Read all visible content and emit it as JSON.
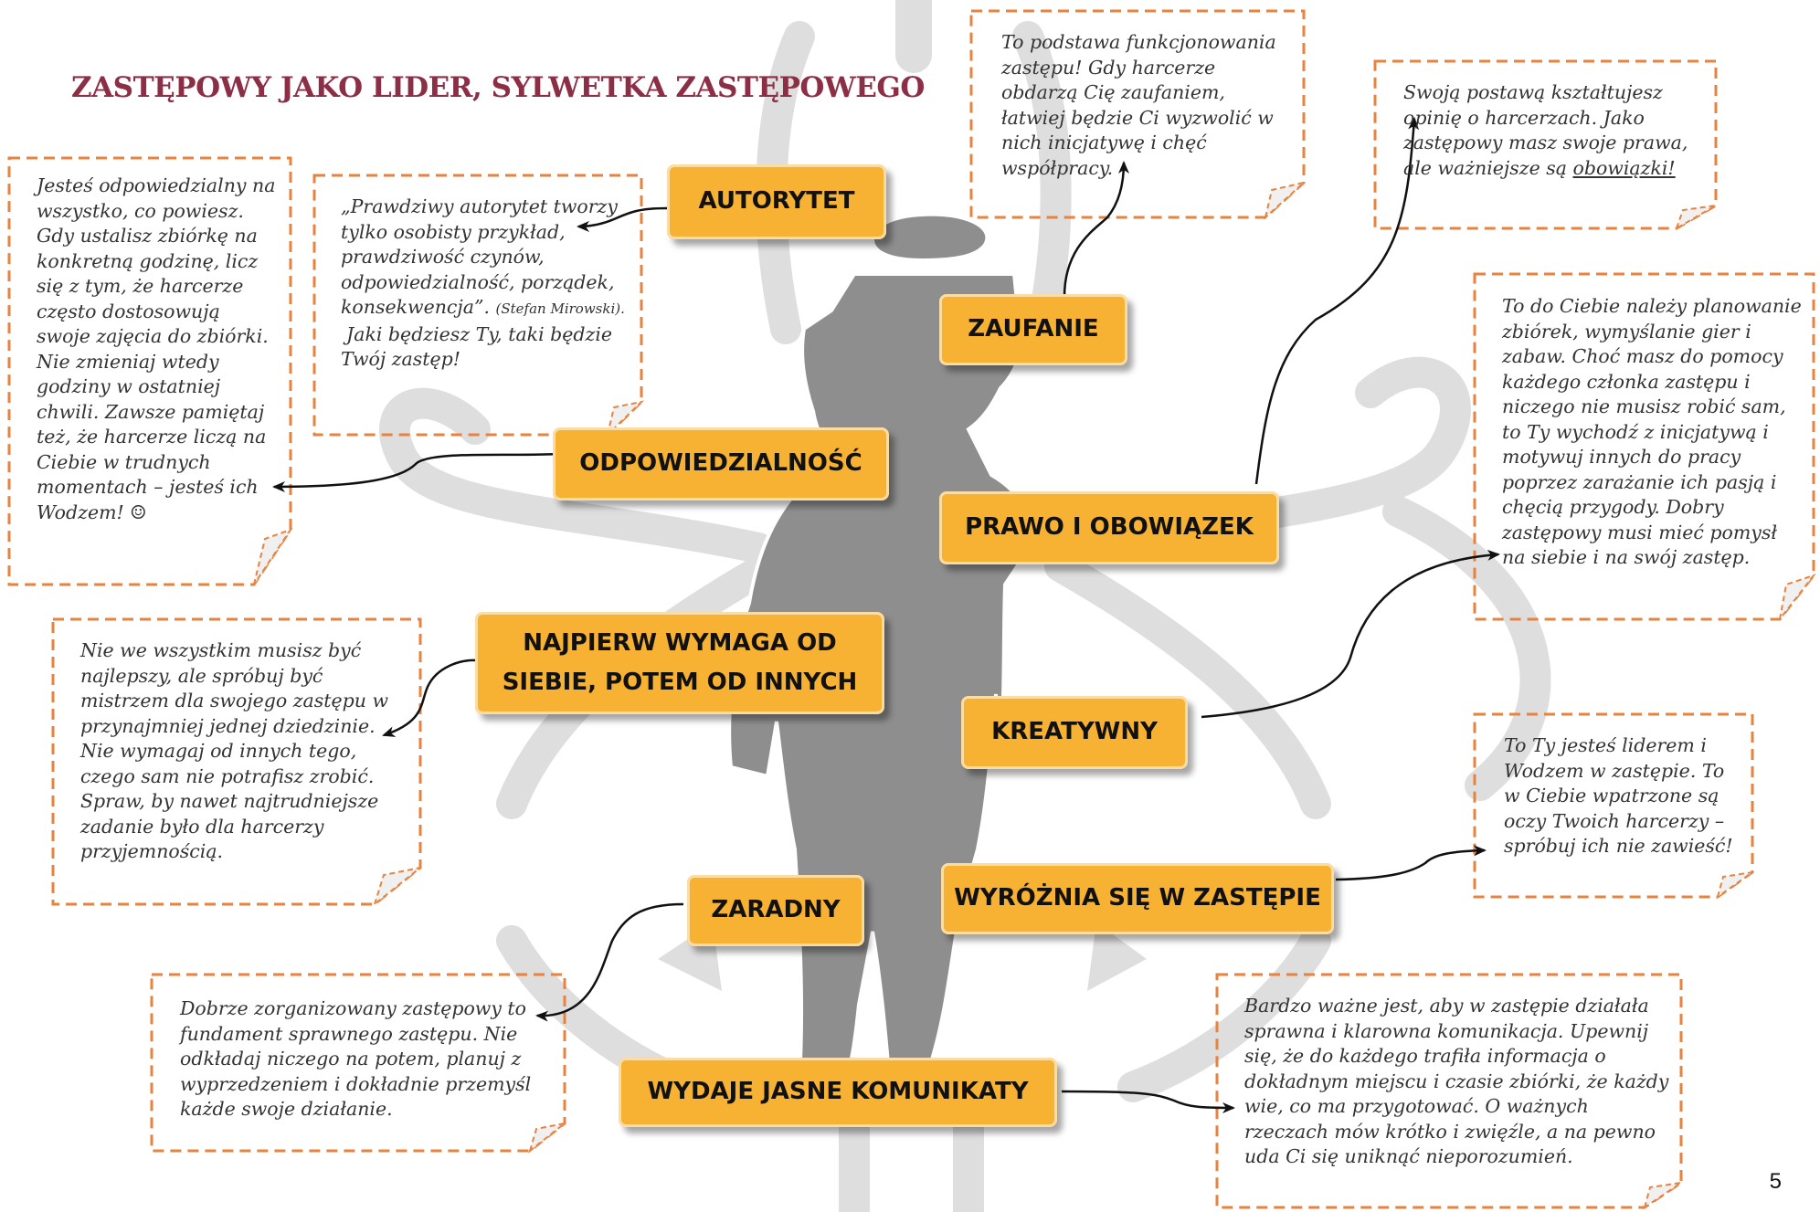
{
  "title": "ZASTĘPOWY JAKO LIDER, SYLWETKA ZASTĘPOWEGO",
  "page_number": "5",
  "colors": {
    "title": "#8b2e46",
    "keyword_fill": "#f7b234",
    "note_border": "#e8833f",
    "arrow": "#111111",
    "background_emblem": "#dcdcdc",
    "figure": "#8e8e8e"
  },
  "keywords": {
    "autorytet": "AUTORYTET",
    "zaufanie": "ZAUFANIE",
    "odpowiedzialnosc": "ODPOWIEDZIALNOŚĆ",
    "prawo_obowiazek": "PRAWO I OBOWIĄZEK",
    "najpierw_line1": "NAJPIERW WYMAGA OD",
    "najpierw_line2": "SIEBIE, POTEM OD INNYCH",
    "kreatywny": "KREATYWNY",
    "zaradny": "ZARADNY",
    "wyroznia": "WYRÓŻNIA SIĘ W ZASTĘPIE",
    "komunikaty": "WYDAJE JASNE KOMUNIKATY"
  },
  "notes": {
    "odpowiedzialny": "Jesteś odpowiedzialny na wszystko, co powiesz. Gdy ustalisz zbiórkę na konkretną godzinę, licz się z tym, że harcerze często dostosowują swoje zajęcia do zbiórki. Nie zmieniaj wtedy godziny w ostatniej chwili. Zawsze pamiętaj też, że harcerze liczą na Ciebie w trudnych momentach – jesteś ich Wodzem! ☺",
    "autorytet_quote": "„Prawdziwy autorytet tworzy tylko osobisty przykład, prawdziwość czynów, odpowiedzialność, porządek, konsekwencja”.",
    "autorytet_author": "(Stefan Mirowski).",
    "autorytet_follow": "Jaki będziesz Ty, taki będzie Twój zastęp!",
    "zaufanie": "To podstawa funkcjonowania zastępu! Gdy harcerze obdarzą Cię zaufaniem, łatwiej będzie Ci wyzwolić w nich inicjatywę i chęć współpracy.",
    "postawa_main": "Swoją postawą kształtujesz opinię o harcerzach. Jako zastępowy masz swoje prawa, ale ważniejsze są",
    "postawa_underlined": "obowiązki!",
    "planowanie": "To do Ciebie należy planowanie zbiórek, wymyślanie gier i zabaw. Choć masz do pomocy każdego członka zastępu i niczego nie musisz robić sam, to Ty wychodź z inicjatywą i motywuj innych do pracy poprzez zarażanie ich pasją i chęcią przygody. Dobry zastępowy musi mieć pomysł na siebie i na swój zastęp.",
    "najlepszy": "Nie we wszystkim musisz być najlepszy, ale spróbuj być mistrzem dla swojego zastępu w przynajmniej jednej dziedzinie. Nie wymagaj od innych tego, czego sam nie potrafisz zrobić. Spraw, by nawet najtrudniejsze zadanie było dla harcerzy przyjemnością.",
    "lider": "To Ty jesteś liderem i Wodzem w zastępie. To w Ciebie wpatrzone są oczy Twoich harcerzy – spróbuj ich nie zawieść!",
    "zorganizowany": "Dobrze zorganizowany zastępowy to fundament sprawnego zastępu. Nie odkładaj niczego na potem, planuj z wyprzedzeniem i dokładnie przemyśl każde swoje działanie.",
    "komunikacja": "Bardzo ważne jest, aby w zastępie działała sprawna i klarowna komunikacja. Upewnij się, że do każdego trafiła informacja o dokładnym miejscu i czasie zbiórki, że każdy wie, co ma przygotować. O ważnych rzeczach mów krótko i zwięźle, a na pewno uda Ci się uniknąć nieporozumień."
  }
}
